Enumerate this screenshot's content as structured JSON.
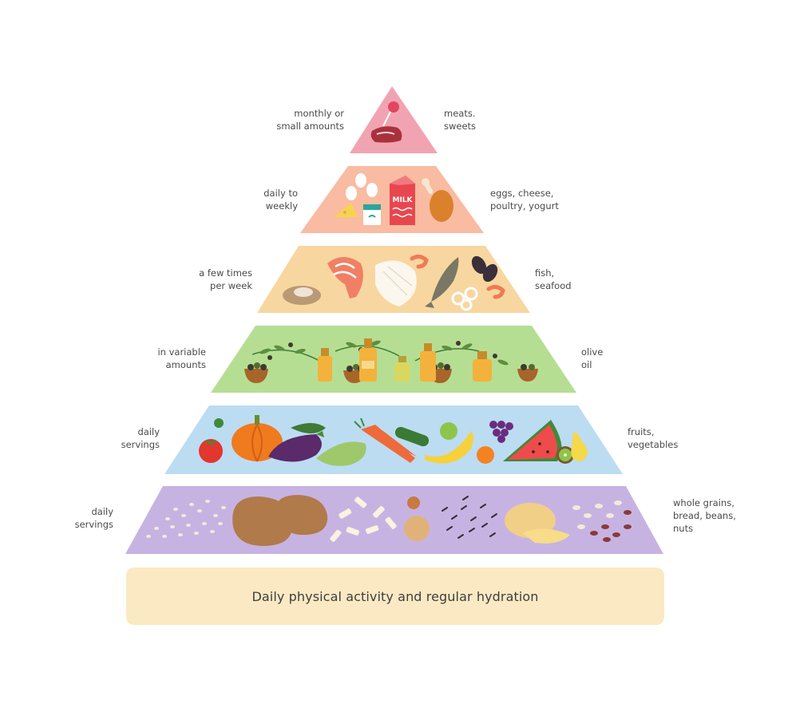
{
  "tiers": [
    {
      "left_label": "monthly or\nsmall amounts",
      "right_label": "meats.\nsweets",
      "color": "#f2a3b1"
    },
    {
      "left_label": "daily to\nweekly",
      "right_label": "eggs, cheese,\npoultry, yogurt",
      "color": "#f9bba2"
    },
    {
      "left_label": "a few times\nper week",
      "right_label": "fish,\nseafood",
      "color": "#f8d6a0"
    },
    {
      "left_label": "in variable\namounts",
      "right_label": "olive\noil",
      "color": "#b6de93"
    },
    {
      "left_label": "daily\nservings",
      "right_label": "fruits,\nvegetables",
      "color": "#bcdcf2"
    },
    {
      "left_label": "daily\nservings",
      "right_label": "whole grains,\nbread, beans,\nnuts",
      "color": "#c7b3e2"
    }
  ],
  "base": {
    "label": "Daily physical activity and regular hydration",
    "color": "#fbe9c4"
  },
  "icons": {
    "tier1": [
      "lollipop-icon",
      "steak-icon"
    ],
    "tier2": [
      "eggs-icon",
      "cheese-icon",
      "yogurt-cup-icon",
      "milk-carton-icon",
      "chicken-leg-icon"
    ],
    "tier3": [
      "oyster-icon",
      "salmon-steak-icon",
      "fish-fillet-icon",
      "shrimp-icon",
      "whole-fish-icon",
      "squid-rings-icon",
      "mussel-icon"
    ],
    "tier4": [
      "olive-bowl-icon",
      "olive-branch-icon",
      "oil-bottle-icon"
    ],
    "tier5": [
      "tomato-icon",
      "pumpkin-icon",
      "eggplant-icon",
      "zucchini-icon",
      "carrot-icon",
      "cucumber-icon",
      "apple-icon",
      "banana-icon",
      "orange-icon",
      "watermelon-icon",
      "grapes-icon",
      "kiwi-icon",
      "pear-icon"
    ],
    "tier6": [
      "grains-icon",
      "bread-icon",
      "pasta-icon",
      "cracker-icon",
      "wild-rice-icon",
      "potato-icon",
      "beans-icon"
    ]
  },
  "milk_text": "MILK"
}
